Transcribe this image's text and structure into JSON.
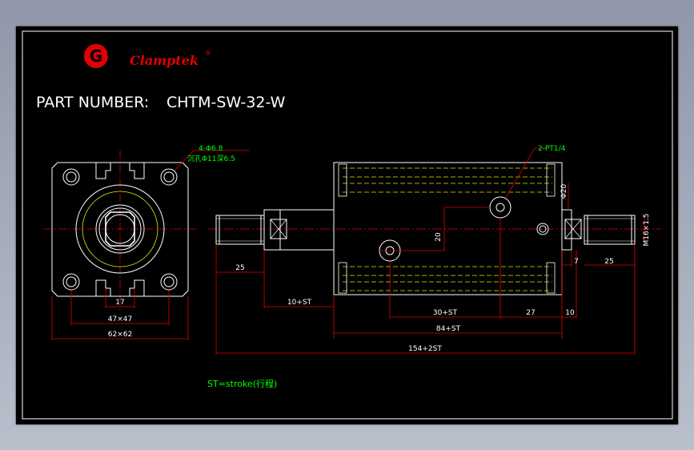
{
  "brand": {
    "name": "Clamptek",
    "registered": "®",
    "logo_letter": "G"
  },
  "part_number": {
    "label": "PART NUMBER:",
    "value": "CHTM-SW-32-W"
  },
  "annotations": {
    "holes": "4-Φ6.8",
    "counterbore": "沉孔Φ11深6.5",
    "ports": "2-PT1/4",
    "side_height": "Φ20",
    "thread": "M16×1.5"
  },
  "dimensions": {
    "front_slot": "17",
    "front_pitch": "47×47",
    "front_size": "62×62",
    "rod_left": "25",
    "rod_left_shoulder": "10+ST",
    "port_vertical": "20",
    "port_spacing": "30+ST",
    "port_end": "27",
    "end_cap": "10",
    "rod_right_shoulder": "7",
    "rod_right": "25",
    "body_length": "84+ST",
    "overall_length": "154+2ST"
  },
  "note": "ST=stroke(行程)",
  "colors": {
    "background": "#000000",
    "outline": "#ffffff",
    "centerline": "#e00000",
    "dimension": "#e00000",
    "hatch_yellow": "#e6e600",
    "annotation": "#00ff00",
    "logo_red": "#e00000"
  }
}
